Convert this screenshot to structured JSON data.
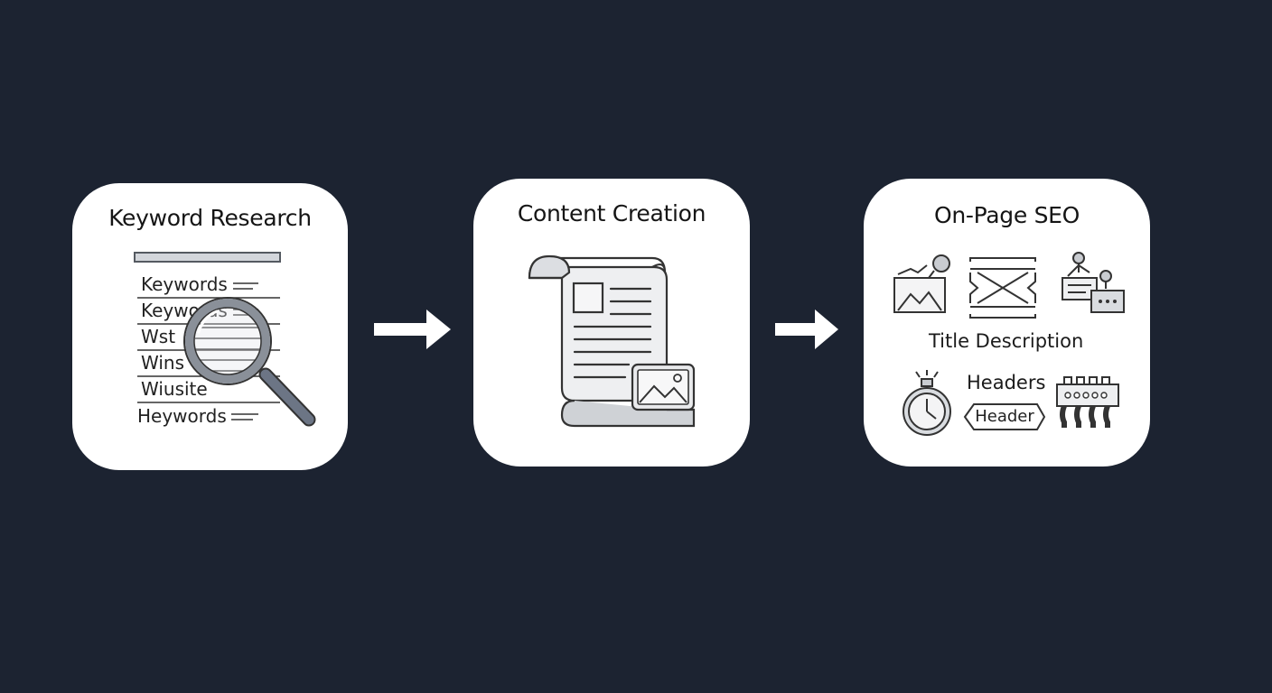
{
  "background_color": "#1c2331",
  "card_color": "#ffffff",
  "steps": [
    {
      "title": "Keyword Research",
      "rows": [
        "Keywords",
        "Keywords",
        "Wst",
        "Wins",
        "Wiusite",
        "Heywords"
      ],
      "icons": [
        "list-bar-icon",
        "magnifying-glass-icon"
      ]
    },
    {
      "title": "Content Creation",
      "icons": [
        "document-scroll-icon",
        "image-icon"
      ]
    },
    {
      "title": "On-Page SEO",
      "labels": {
        "title_description": "Title Description",
        "headers": "Headers",
        "header_badge": "Header"
      },
      "icons": [
        "image-link-icon",
        "code-brackets-icon",
        "hanging-tags-icon",
        "stopwatch-icon",
        "connector-block-icon"
      ]
    }
  ],
  "connectors": [
    "arrow-right-icon",
    "arrow-right-icon"
  ]
}
